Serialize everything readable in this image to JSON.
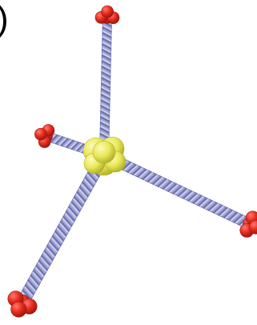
{
  "panel": {
    "label": ")"
  },
  "colors": {
    "background": "#ffffff",
    "arm": "#a3a7d6",
    "arm_dark": "#6f73ad",
    "arm_light": "#d4d7f2",
    "core": "#e8e85a",
    "core_dark": "#b3b32a",
    "core_light": "#fbfbb8",
    "tip": "#e62a1e",
    "tip_dark": "#a01810",
    "tip_light": "#ff7a6e"
  },
  "figure": {
    "arm_count": 4,
    "arms": [
      {
        "name": "top"
      },
      {
        "name": "left"
      },
      {
        "name": "right"
      },
      {
        "name": "bottom-left"
      }
    ]
  }
}
